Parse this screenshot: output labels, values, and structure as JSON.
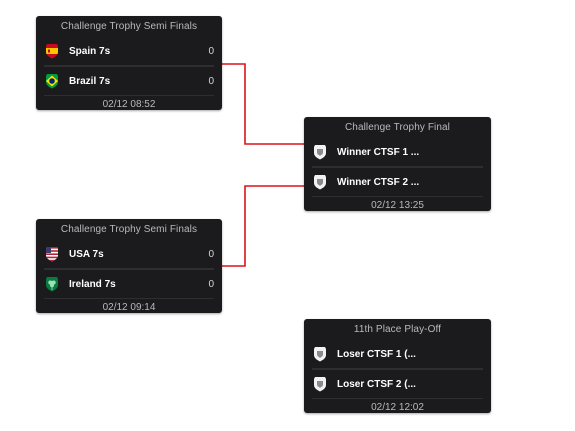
{
  "bracket": {
    "semi1": {
      "title": "Challenge Trophy Semi Finals",
      "teams": [
        {
          "name": "Spain 7s",
          "score": "0",
          "flag": "spain-flag-icon"
        },
        {
          "name": "Brazil 7s",
          "score": "0",
          "flag": "brazil-flag-icon"
        }
      ],
      "date": "02/12 08:52"
    },
    "semi2": {
      "title": "Challenge Trophy Semi Finals",
      "teams": [
        {
          "name": "USA 7s",
          "score": "0",
          "flag": "usa-flag-icon"
        },
        {
          "name": "Ireland 7s",
          "score": "0",
          "flag": "ireland-shamrock-icon"
        }
      ],
      "date": "02/12 09:14"
    },
    "final": {
      "title": "Challenge Trophy Final",
      "teams": [
        {
          "name": "Winner CTSF 1 ...",
          "score": "",
          "flag": "placeholder-shield-icon"
        },
        {
          "name": "Winner CTSF 2 ...",
          "score": "",
          "flag": "placeholder-shield-icon"
        }
      ],
      "date": "02/12 13:25"
    },
    "playoff": {
      "title": "11th Place Play-Off",
      "teams": [
        {
          "name": "Loser CTSF 1 (...",
          "score": "",
          "flag": "placeholder-shield-icon"
        },
        {
          "name": "Loser CTSF 2 (...",
          "score": "",
          "flag": "placeholder-shield-icon"
        }
      ],
      "date": "02/12 12:02"
    }
  },
  "colors": {
    "card_bg": "#1b1b1d",
    "connector": "#d9141b",
    "text_muted": "#b9b9bd"
  }
}
